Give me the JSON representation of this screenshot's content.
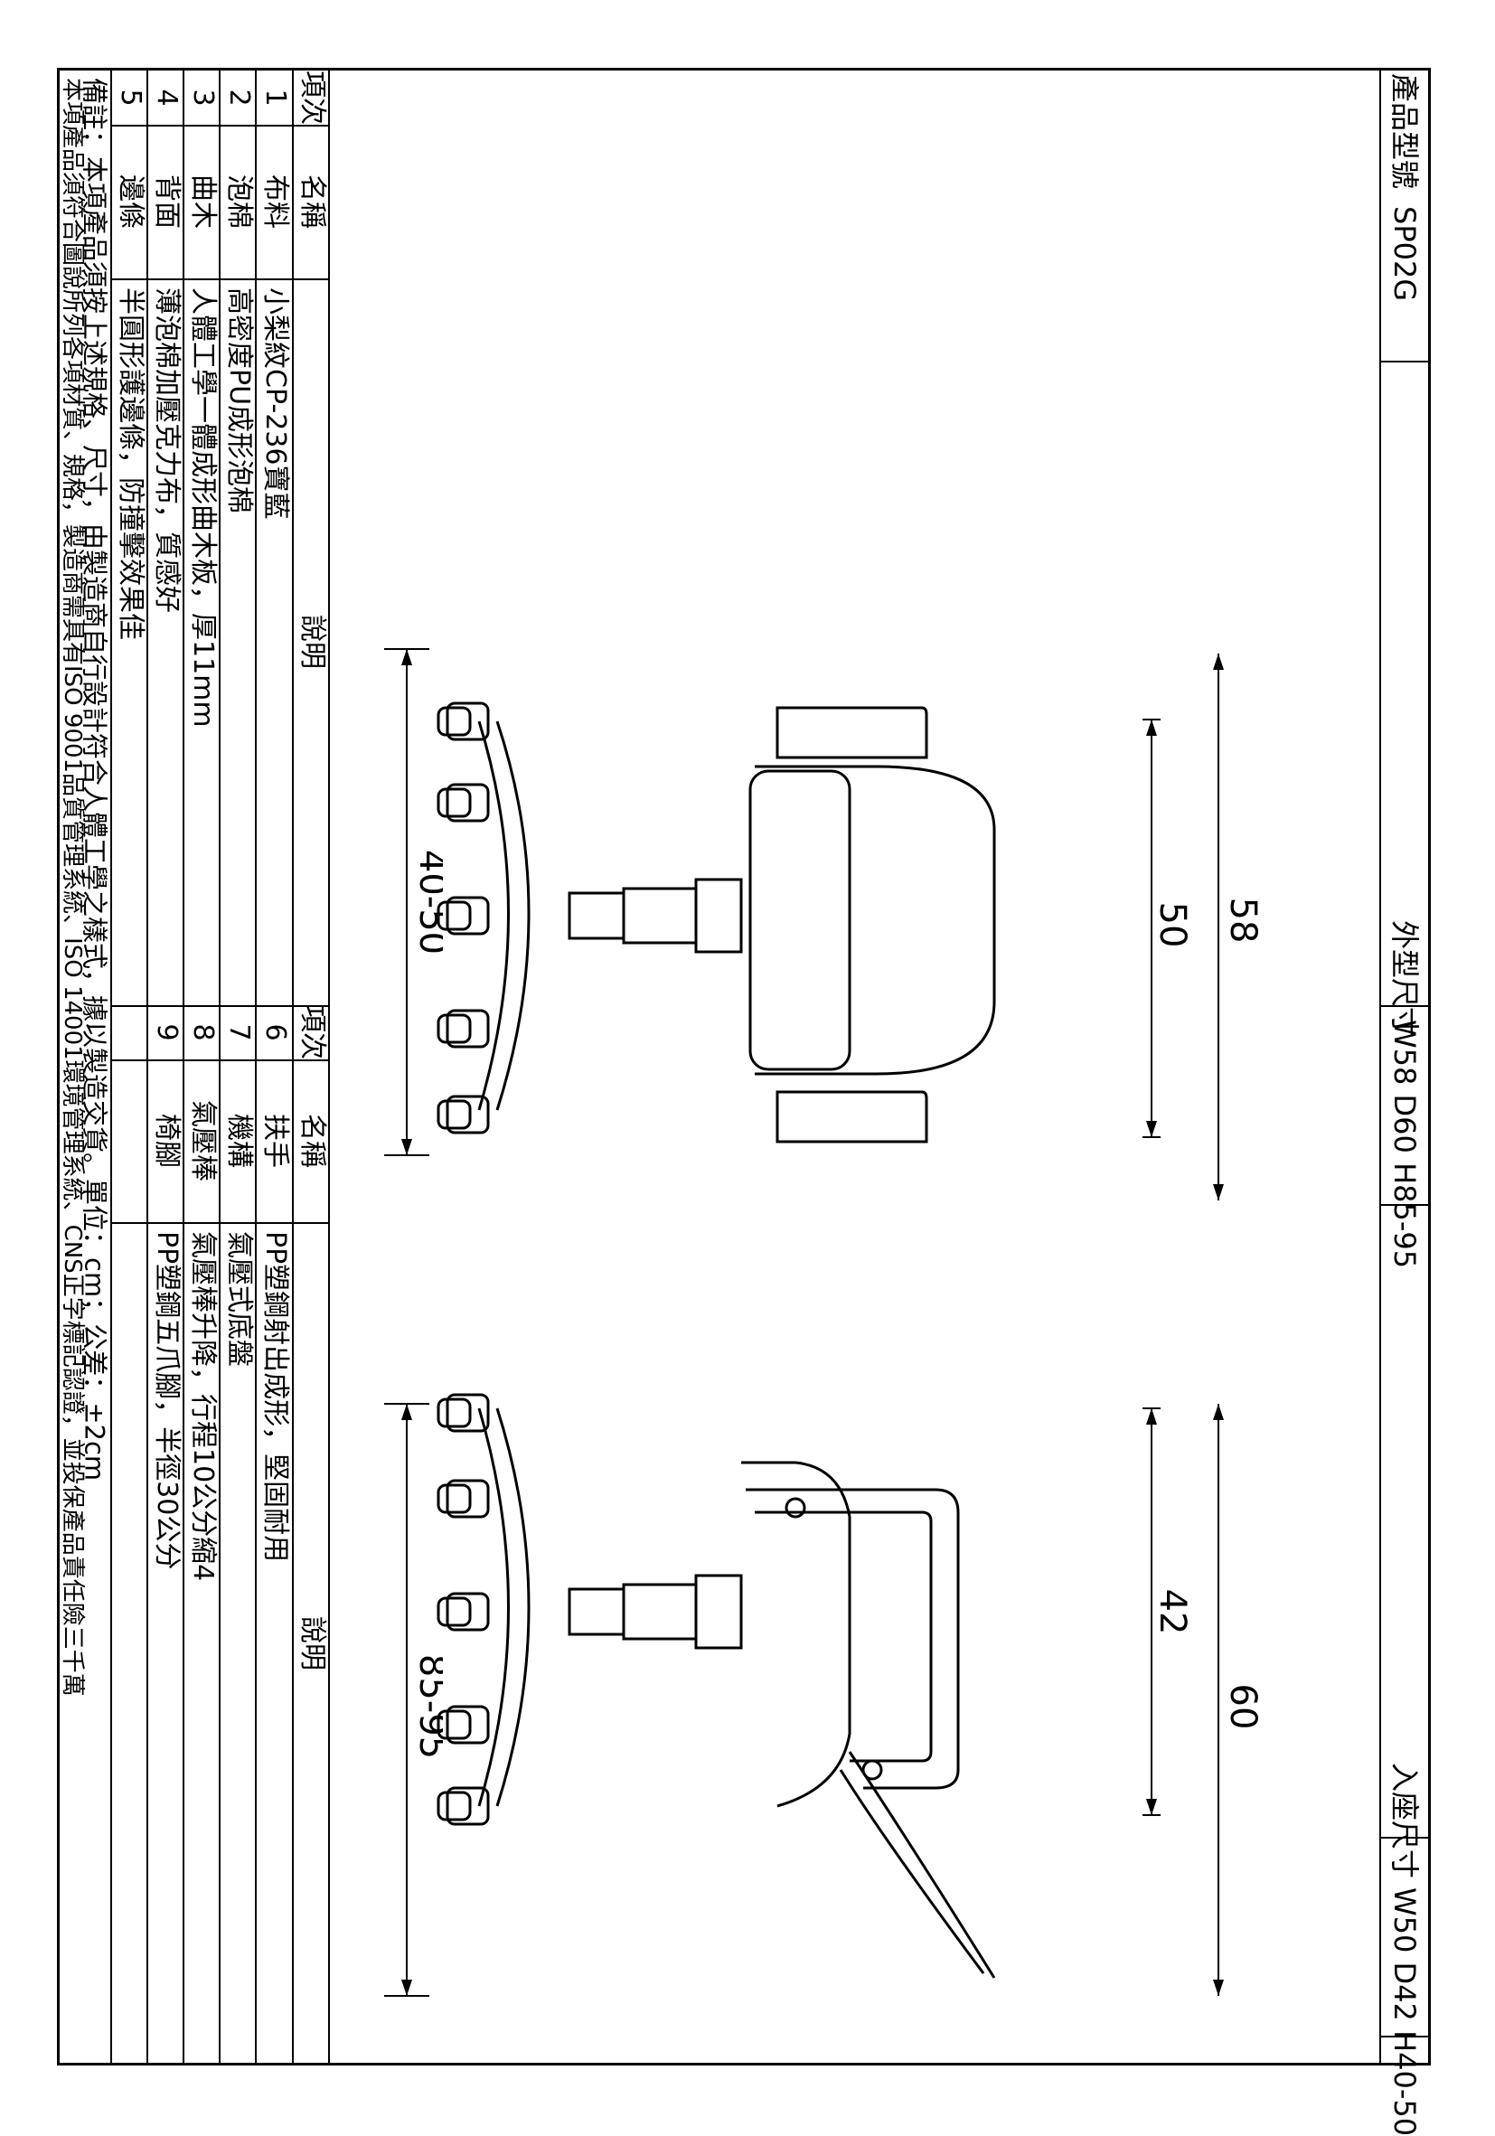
{
  "header": {
    "model_label": "產品型號",
    "model_value": "SP02G",
    "outer_label": "外型尺寸",
    "outer_value": "W58 D60 H85-95",
    "seat_label": "入座尺寸",
    "seat_value": "W50 D42 H40-50"
  },
  "drawings": {
    "front": {
      "width_dim": "58",
      "seat_dim": "50",
      "height_dim": "40-50"
    },
    "side": {
      "depth_dim": "60",
      "seat_dim": "42",
      "height_dim": "85-95"
    }
  },
  "table": {
    "headers": {
      "no": "項次",
      "name": "名稱",
      "desc": "說明"
    },
    "left_rows": [
      {
        "no": "1",
        "name": "布料",
        "desc": "小梨紋CP-236寶藍"
      },
      {
        "no": "2",
        "name": "泡棉",
        "desc": "高密度PU成形泡棉"
      },
      {
        "no": "3",
        "name": "曲木",
        "desc": "人體工學一體成形曲木板，厚11mm"
      },
      {
        "no": "4",
        "name": "背面",
        "desc": "薄泡棉加壓克力布，質感好"
      },
      {
        "no": "5",
        "name": "邊條",
        "desc": "半圓形護邊條，防撞擊效果佳"
      }
    ],
    "right_rows": [
      {
        "no": "6",
        "name": "扶手",
        "desc": "PP塑鋼射出成形，堅固耐用"
      },
      {
        "no": "7",
        "name": "機構",
        "desc": "氣壓式底盤"
      },
      {
        "no": "8",
        "name": "氣壓棒",
        "desc": "氣壓棒升降，行程10公分縮4"
      },
      {
        "no": "9",
        "name": "椅腳",
        "desc": "PP塑鋼五爪腳，半徑30公分"
      },
      {
        "no": "",
        "name": "",
        "desc": ""
      }
    ]
  },
  "notes": {
    "line1": "備註：本項產品須按上述規格、尺寸，由製造商自行設計符合人體工學之樣式，據以製造交貨。單位：cm；公差：±2cm",
    "line2": "本項產品須符合圖說所列各項材質、規格，製造商需具有ISO 9001品質管理系統、ISO 14001環境管理系統、CNS正字標記認證，並投保產品責任險三千萬"
  }
}
